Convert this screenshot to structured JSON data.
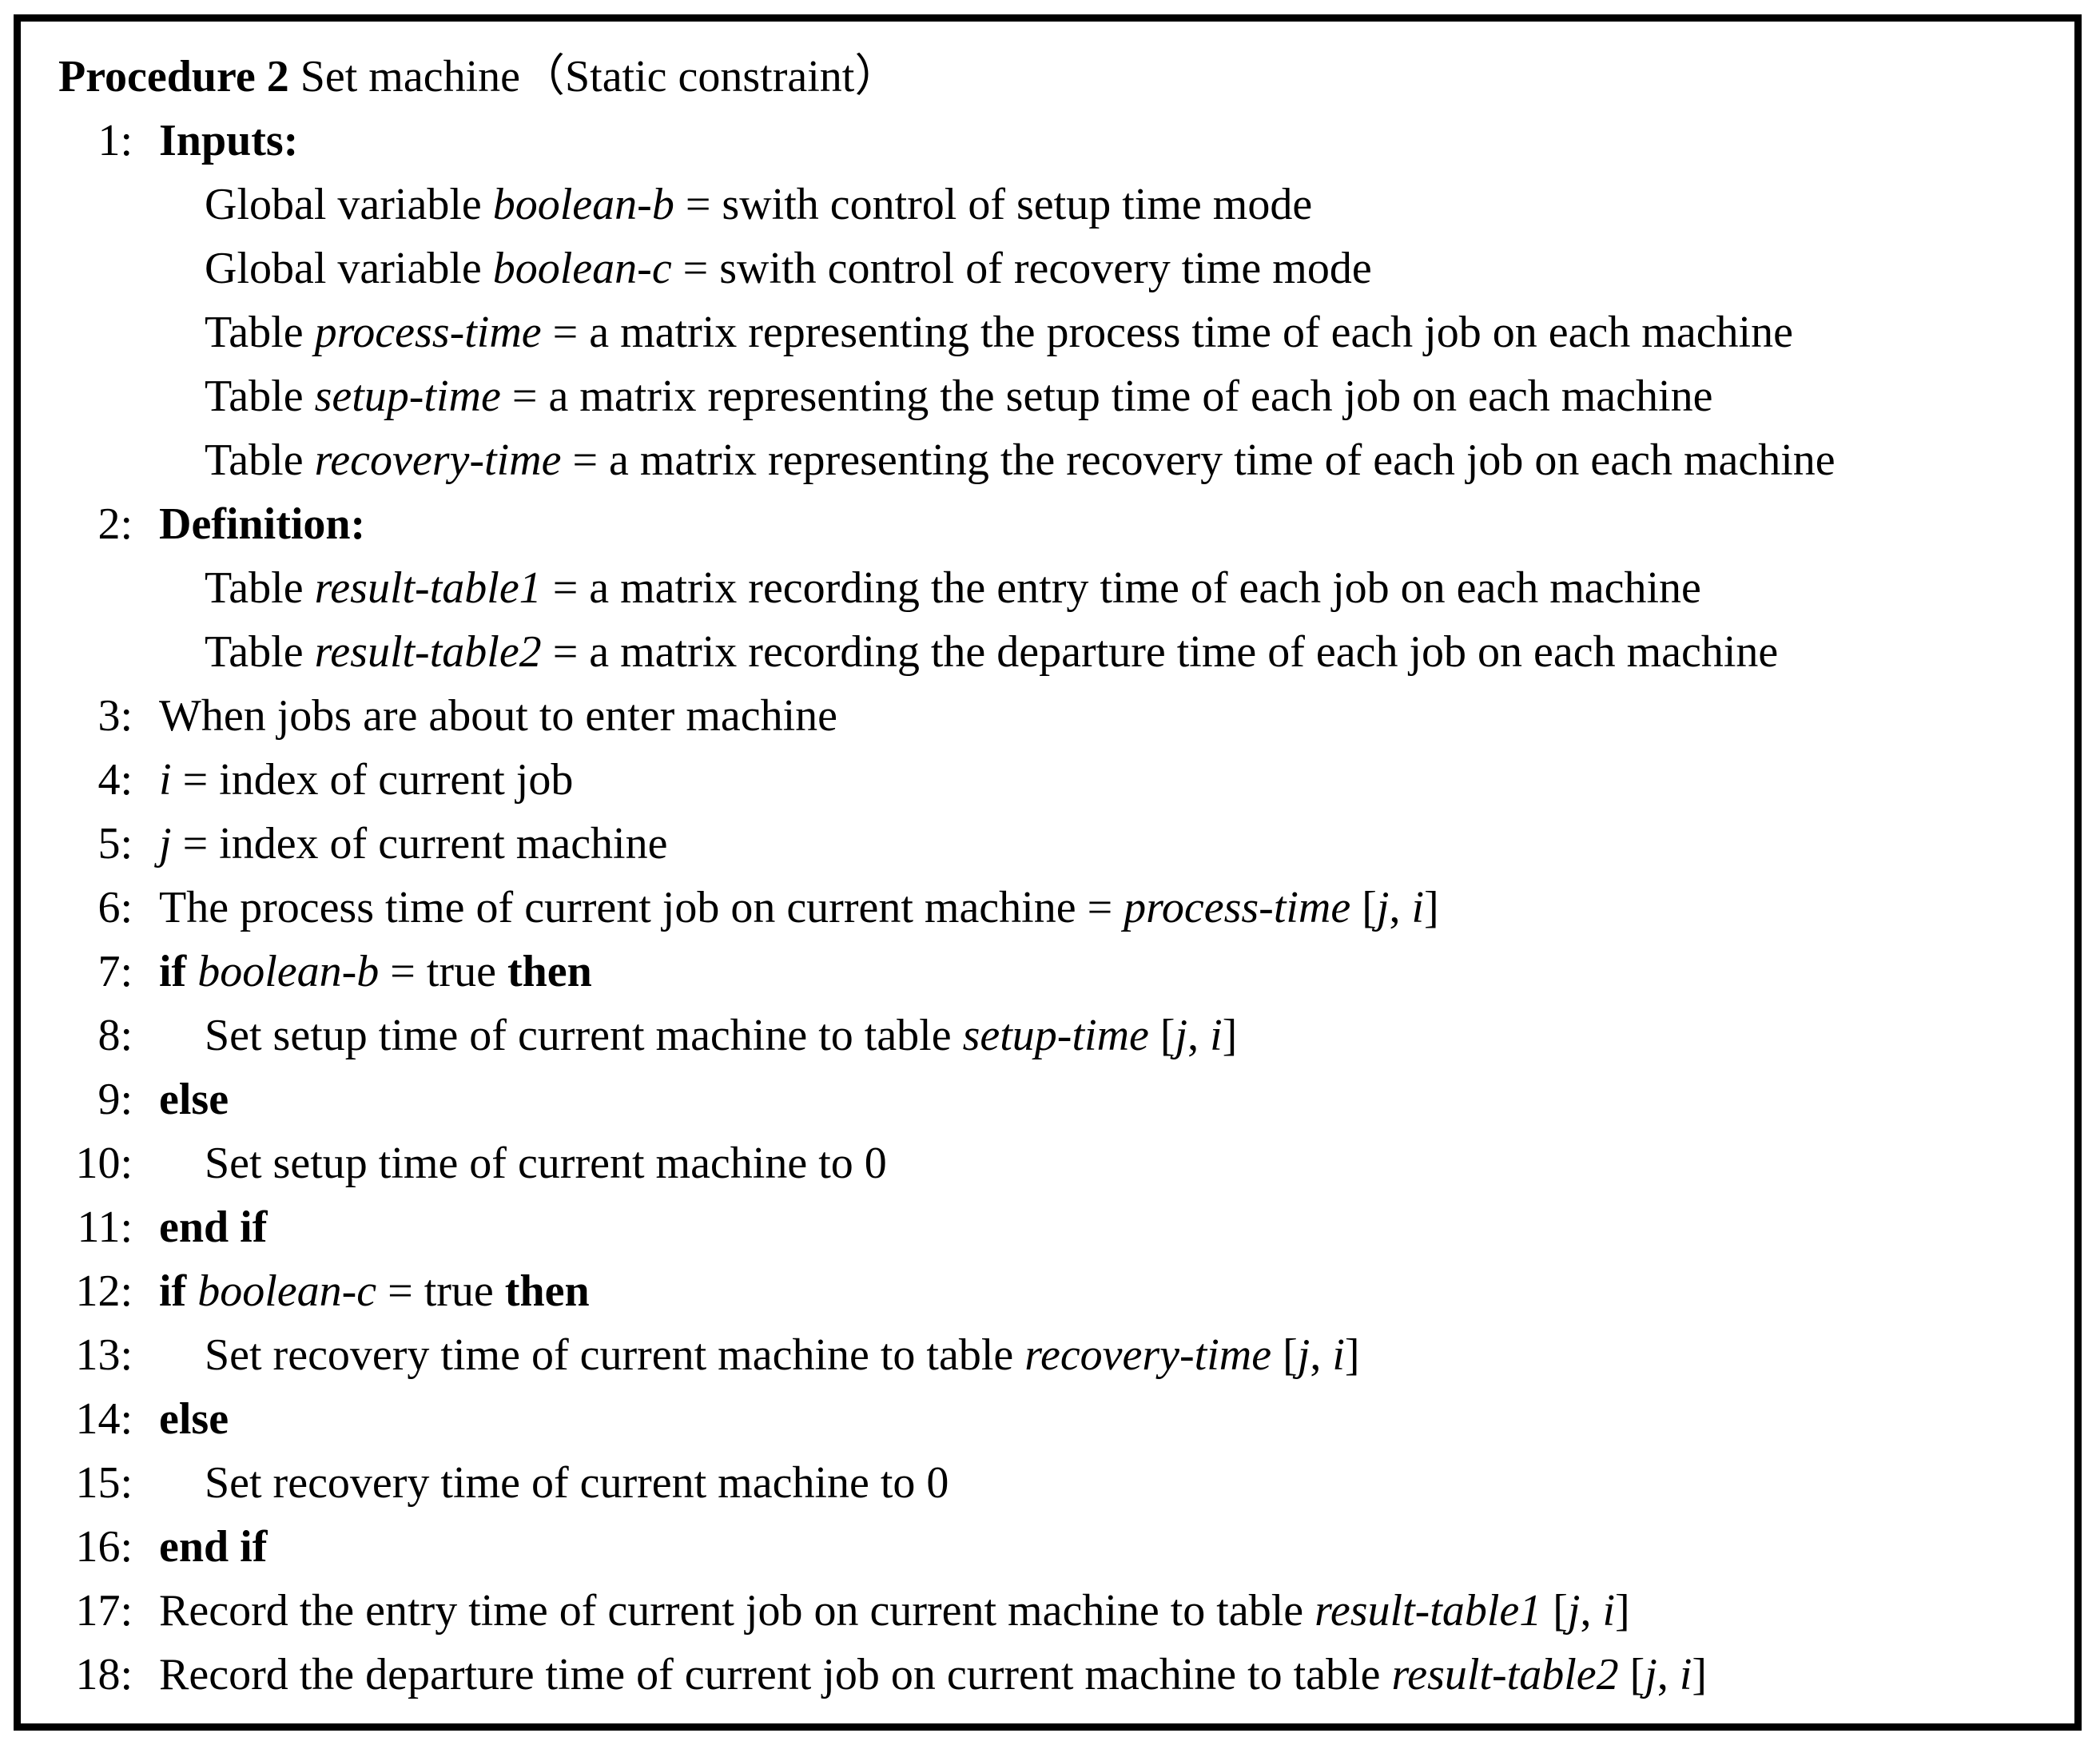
{
  "colors": {
    "background": "#ffffff",
    "text": "#000000",
    "border": "#000000"
  },
  "procedure": {
    "title": {
      "bold": "Procedure 2",
      "rest": " Set machine（Static constraint）"
    },
    "lines": [
      {
        "num": "1:",
        "indent": 0,
        "segments": [
          {
            "t": "Inputs:",
            "s": "b"
          }
        ]
      },
      {
        "num": "",
        "indent": 1,
        "segments": [
          {
            "t": "Global variable ",
            "s": "n"
          },
          {
            "t": "boolean-b",
            "s": "i"
          },
          {
            "t": " = swith control of setup time mode",
            "s": "n"
          }
        ]
      },
      {
        "num": "",
        "indent": 1,
        "segments": [
          {
            "t": "Global variable ",
            "s": "n"
          },
          {
            "t": "boolean-c",
            "s": "i"
          },
          {
            "t": " = swith control of recovery time mode",
            "s": "n"
          }
        ]
      },
      {
        "num": "",
        "indent": 1,
        "segments": [
          {
            "t": "Table ",
            "s": "n"
          },
          {
            "t": "process-time",
            "s": "i"
          },
          {
            "t": " = a matrix representing the process time of each job on each machine",
            "s": "n"
          }
        ]
      },
      {
        "num": "",
        "indent": 1,
        "segments": [
          {
            "t": "Table ",
            "s": "n"
          },
          {
            "t": "setup-time",
            "s": "i"
          },
          {
            "t": " = a matrix representing the setup time of each job on each machine",
            "s": "n"
          }
        ]
      },
      {
        "num": "",
        "indent": 1,
        "segments": [
          {
            "t": "Table ",
            "s": "n"
          },
          {
            "t": "recovery-time",
            "s": "i"
          },
          {
            "t": " = a matrix representing the recovery time of each job on each machine",
            "s": "n"
          }
        ]
      },
      {
        "num": "2:",
        "indent": 0,
        "segments": [
          {
            "t": "Definition:",
            "s": "b"
          }
        ]
      },
      {
        "num": "",
        "indent": 1,
        "segments": [
          {
            "t": "Table ",
            "s": "n"
          },
          {
            "t": "result-table1",
            "s": "i"
          },
          {
            "t": " = a matrix recording the entry time of each job on each machine",
            "s": "n"
          }
        ]
      },
      {
        "num": "",
        "indent": 1,
        "segments": [
          {
            "t": "Table ",
            "s": "n"
          },
          {
            "t": "result-table2",
            "s": "i"
          },
          {
            "t": " = a matrix recording the departure time of each job on each machine",
            "s": "n"
          }
        ]
      },
      {
        "num": "3:",
        "indent": 0,
        "segments": [
          {
            "t": "When jobs are about to enter machine",
            "s": "n"
          }
        ]
      },
      {
        "num": "4:",
        "indent": 0,
        "segments": [
          {
            "t": "i",
            "s": "i"
          },
          {
            "t": " = index of current job",
            "s": "n"
          }
        ]
      },
      {
        "num": "5:",
        "indent": 0,
        "segments": [
          {
            "t": "j",
            "s": "i"
          },
          {
            "t": " = index of current machine",
            "s": "n"
          }
        ]
      },
      {
        "num": "6:",
        "indent": 0,
        "segments": [
          {
            "t": "The process time of current job on current machine = ",
            "s": "n"
          },
          {
            "t": "process-time",
            "s": "i"
          },
          {
            "t": " [",
            "s": "n"
          },
          {
            "t": "j",
            "s": "i"
          },
          {
            "t": ", ",
            "s": "n"
          },
          {
            "t": "i",
            "s": "i"
          },
          {
            "t": "]",
            "s": "n"
          }
        ]
      },
      {
        "num": "7:",
        "indent": 0,
        "segments": [
          {
            "t": "if ",
            "s": "b"
          },
          {
            "t": "boolean-b",
            "s": "i"
          },
          {
            "t": " = true ",
            "s": "n"
          },
          {
            "t": "then",
            "s": "b"
          }
        ]
      },
      {
        "num": "8:",
        "indent": 1,
        "segments": [
          {
            "t": "Set setup time of current machine to table ",
            "s": "n"
          },
          {
            "t": "setup-time",
            "s": "i"
          },
          {
            "t": " [",
            "s": "n"
          },
          {
            "t": "j",
            "s": "i"
          },
          {
            "t": ", ",
            "s": "n"
          },
          {
            "t": "i",
            "s": "i"
          },
          {
            "t": "]",
            "s": "n"
          }
        ]
      },
      {
        "num": "9:",
        "indent": 0,
        "segments": [
          {
            "t": "else",
            "s": "b"
          }
        ]
      },
      {
        "num": "10:",
        "indent": 1,
        "segments": [
          {
            "t": "Set setup time of current machine to 0",
            "s": "n"
          }
        ]
      },
      {
        "num": "11:",
        "indent": 0,
        "segments": [
          {
            "t": "end if",
            "s": "b"
          }
        ]
      },
      {
        "num": "12:",
        "indent": 0,
        "segments": [
          {
            "t": "if ",
            "s": "b"
          },
          {
            "t": "boolean-c",
            "s": "i"
          },
          {
            "t": " = true ",
            "s": "n"
          },
          {
            "t": "then",
            "s": "b"
          }
        ]
      },
      {
        "num": "13:",
        "indent": 1,
        "segments": [
          {
            "t": "Set recovery time of current machine to table ",
            "s": "n"
          },
          {
            "t": "recovery-time",
            "s": "i"
          },
          {
            "t": " [",
            "s": "n"
          },
          {
            "t": "j",
            "s": "i"
          },
          {
            "t": ", ",
            "s": "n"
          },
          {
            "t": "i",
            "s": "i"
          },
          {
            "t": "]",
            "s": "n"
          }
        ]
      },
      {
        "num": "14:",
        "indent": 0,
        "segments": [
          {
            "t": "else",
            "s": "b"
          }
        ]
      },
      {
        "num": "15:",
        "indent": 1,
        "segments": [
          {
            "t": "Set recovery time of current machine to 0",
            "s": "n"
          }
        ]
      },
      {
        "num": "16:",
        "indent": 0,
        "segments": [
          {
            "t": "end if",
            "s": "b"
          }
        ]
      },
      {
        "num": "17:",
        "indent": 0,
        "segments": [
          {
            "t": "Record the entry time of current job on current machine to table ",
            "s": "n"
          },
          {
            "t": "result-table1",
            "s": "i"
          },
          {
            "t": " [",
            "s": "n"
          },
          {
            "t": "j",
            "s": "i"
          },
          {
            "t": ", ",
            "s": "n"
          },
          {
            "t": "i",
            "s": "i"
          },
          {
            "t": "]",
            "s": "n"
          }
        ]
      },
      {
        "num": "18:",
        "indent": 0,
        "segments": [
          {
            "t": "Record the departure time of current job on current machine to table ",
            "s": "n"
          },
          {
            "t": "result-table2",
            "s": "i"
          },
          {
            "t": " [",
            "s": "n"
          },
          {
            "t": "j",
            "s": "i"
          },
          {
            "t": ", ",
            "s": "n"
          },
          {
            "t": "i",
            "s": "i"
          },
          {
            "t": "]",
            "s": "n"
          }
        ]
      }
    ]
  }
}
